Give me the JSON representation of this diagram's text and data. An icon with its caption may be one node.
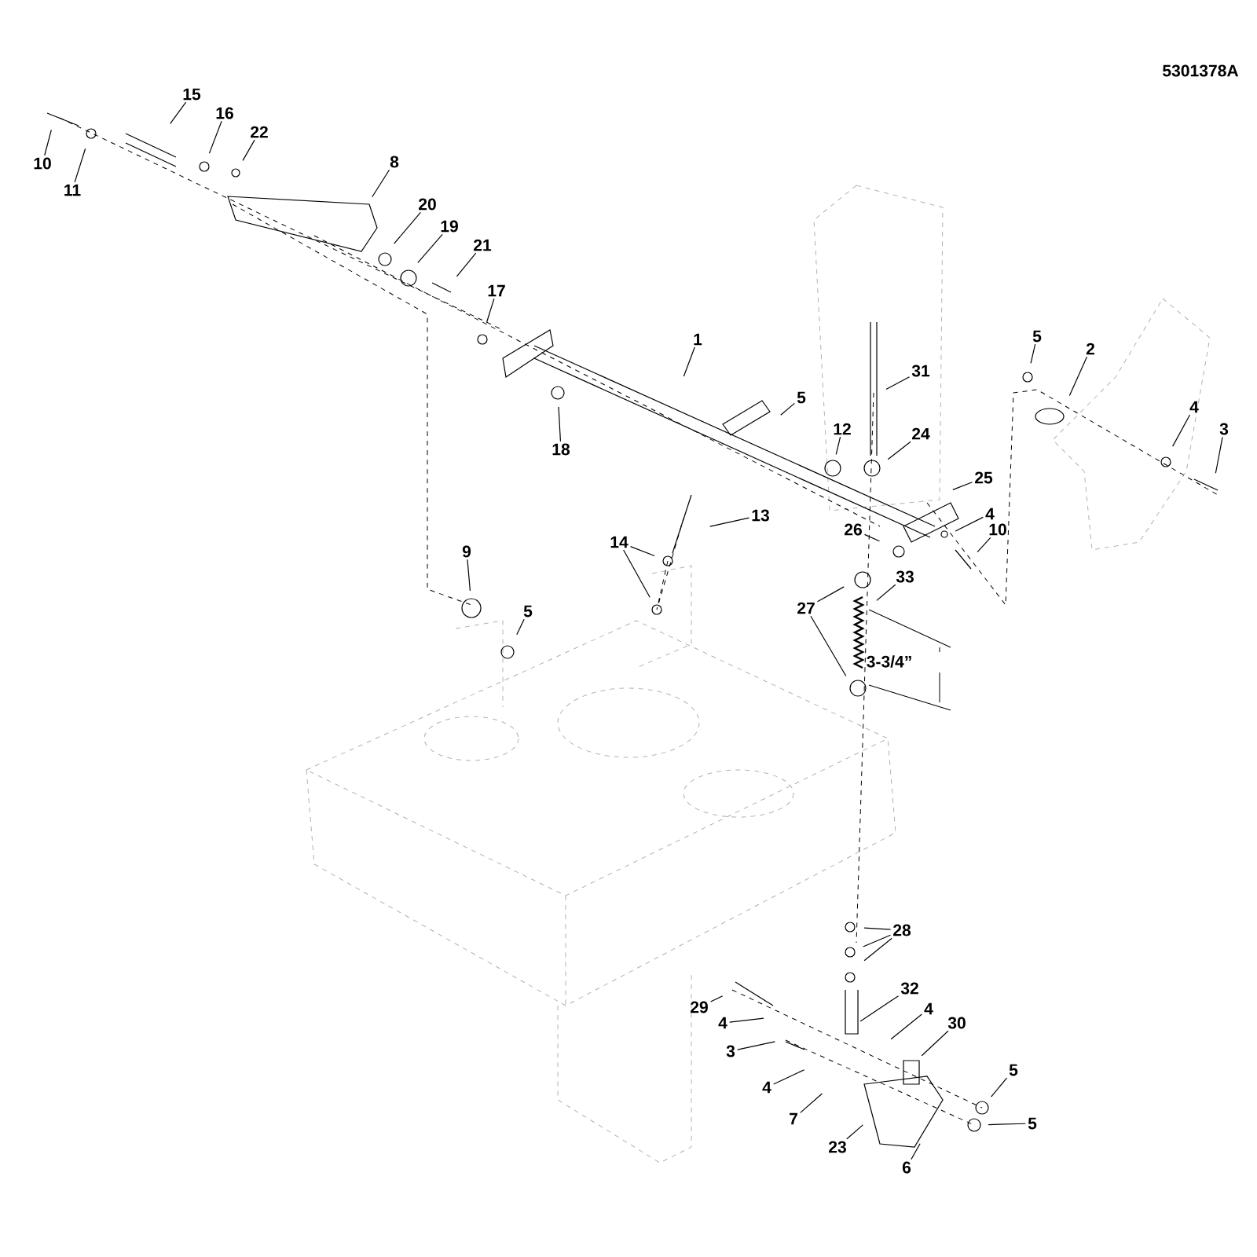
{
  "diagram": {
    "nodes": [
      {
        "text": [
          "10"
        ]
      },
      {
        "text": [
          "11"
        ]
      },
      {
        "text": [
          "15"
        ]
      },
      {
        "text": [
          "16"
        ]
      },
      {
        "text": [
          "22"
        ]
      },
      {
        "text": [
          "8"
        ]
      },
      {
        "text": [
          "20"
        ]
      },
      {
        "text": [
          "19"
        ]
      },
      {
        "text": [
          "21"
        ]
      },
      {
        "text": [
          "17"
        ]
      },
      {
        "text": [
          "18"
        ]
      },
      {
        "text": [
          "1"
        ]
      },
      {
        "text": [
          "5"
        ]
      },
      {
        "text": [
          "12"
        ]
      },
      {
        "text": [
          "24"
        ]
      },
      {
        "text": [
          "31"
        ]
      },
      {
        "text": [
          "25"
        ]
      },
      {
        "text": [
          "4"
        ]
      },
      {
        "text": [
          "10"
        ]
      },
      {
        "text": [
          "5"
        ]
      },
      {
        "text": [
          "2"
        ]
      },
      {
        "text": [
          "4"
        ]
      },
      {
        "text": [
          "3"
        ]
      },
      {
        "text": [
          "13"
        ]
      },
      {
        "text": [
          "26"
        ]
      },
      {
        "text": [
          "14"
        ]
      },
      {
        "text": [
          "9"
        ]
      },
      {
        "text": [
          "5"
        ]
      },
      {
        "text": [
          "33"
        ]
      },
      {
        "text": [
          "27"
        ]
      },
      {
        "text": [
          "28"
        ]
      },
      {
        "text": [
          "32"
        ]
      },
      {
        "text": [
          "29"
        ]
      },
      {
        "text": [
          "4"
        ]
      },
      {
        "text": [
          "4"
        ]
      },
      {
        "text": [
          "30"
        ]
      },
      {
        "text": [
          "3"
        ]
      },
      {
        "text": [
          "4"
        ]
      },
      {
        "text": [
          "7"
        ]
      },
      {
        "text": [
          "5"
        ]
      },
      {
        "text": [
          "5"
        ]
      },
      {
        "text": [
          "23"
        ]
      },
      {
        "text": [
          "6"
        ]
      }
    ],
    "edges": [
      {
        "from": 0,
        "to": null,
        "arrow": "none"
      },
      {
        "from": 1,
        "to": null,
        "arrow": "none"
      },
      {
        "from": 2,
        "to": null,
        "arrow": "none"
      },
      {
        "from": 3,
        "to": null,
        "arrow": "none"
      },
      {
        "from": 4,
        "to": null,
        "arrow": "none"
      },
      {
        "from": 5,
        "to": null,
        "arrow": "none"
      },
      {
        "from": 6,
        "to": null,
        "arrow": "none"
      },
      {
        "from": 7,
        "to": null,
        "arrow": "none"
      },
      {
        "from": 8,
        "to": null,
        "arrow": "none"
      },
      {
        "from": 9,
        "to": null,
        "arrow": "none"
      },
      {
        "from": 10,
        "to": null,
        "arrow": "none"
      },
      {
        "from": 11,
        "to": null,
        "arrow": "none"
      },
      {
        "from": 12,
        "to": null,
        "arrow": "none"
      },
      {
        "from": 13,
        "to": null,
        "arrow": "none"
      },
      {
        "from": 14,
        "to": null,
        "arrow": "none"
      },
      {
        "from": 15,
        "to": null,
        "arrow": "none"
      },
      {
        "from": 16,
        "to": null,
        "arrow": "none"
      },
      {
        "from": 17,
        "to": null,
        "arrow": "none"
      },
      {
        "from": 18,
        "to": null,
        "arrow": "none"
      },
      {
        "from": 19,
        "to": null,
        "arrow": "none"
      },
      {
        "from": 20,
        "to": null,
        "arrow": "none"
      },
      {
        "from": 21,
        "to": null,
        "arrow": "none"
      },
      {
        "from": 22,
        "to": null,
        "arrow": "none"
      },
      {
        "from": 23,
        "to": null,
        "arrow": "none"
      },
      {
        "from": 24,
        "to": null,
        "arrow": "none"
      },
      {
        "from": 25,
        "to": null,
        "arrow": "none"
      },
      {
        "from": 25,
        "to": null,
        "arrow": "none"
      },
      {
        "from": 26,
        "to": null,
        "arrow": "none"
      },
      {
        "from": 27,
        "to": null,
        "arrow": "none"
      },
      {
        "from": 28,
        "to": null,
        "arrow": "none"
      },
      {
        "from": 29,
        "to": null,
        "arrow": "none"
      },
      {
        "from": 29,
        "to": null,
        "arrow": "none"
      },
      {
        "from": 30,
        "to": null,
        "arrow": "none"
      },
      {
        "from": 30,
        "to": null,
        "arrow": "none"
      },
      {
        "from": 30,
        "to": null,
        "arrow": "none"
      },
      {
        "from": 31,
        "to": null,
        "arrow": "none"
      },
      {
        "from": 32,
        "to": null,
        "arrow": "none"
      },
      {
        "from": 33,
        "to": null,
        "arrow": "none"
      },
      {
        "from": 34,
        "to": null,
        "arrow": "none"
      },
      {
        "from": 35,
        "to": null,
        "arrow": "none"
      },
      {
        "from": 36,
        "to": null,
        "arrow": "none"
      },
      {
        "from": 37,
        "to": null,
        "arrow": "none"
      },
      {
        "from": 38,
        "to": null,
        "arrow": "none"
      },
      {
        "from": 39,
        "to": null,
        "arrow": "none"
      },
      {
        "from": 40,
        "to": null,
        "arrow": "none"
      },
      {
        "from": 41,
        "to": null,
        "arrow": "none"
      },
      {
        "from": 42,
        "to": null,
        "arrow": "none"
      }
    ],
    "labels": [
      "5301378A",
      "3-3/4”"
    ]
  }
}
